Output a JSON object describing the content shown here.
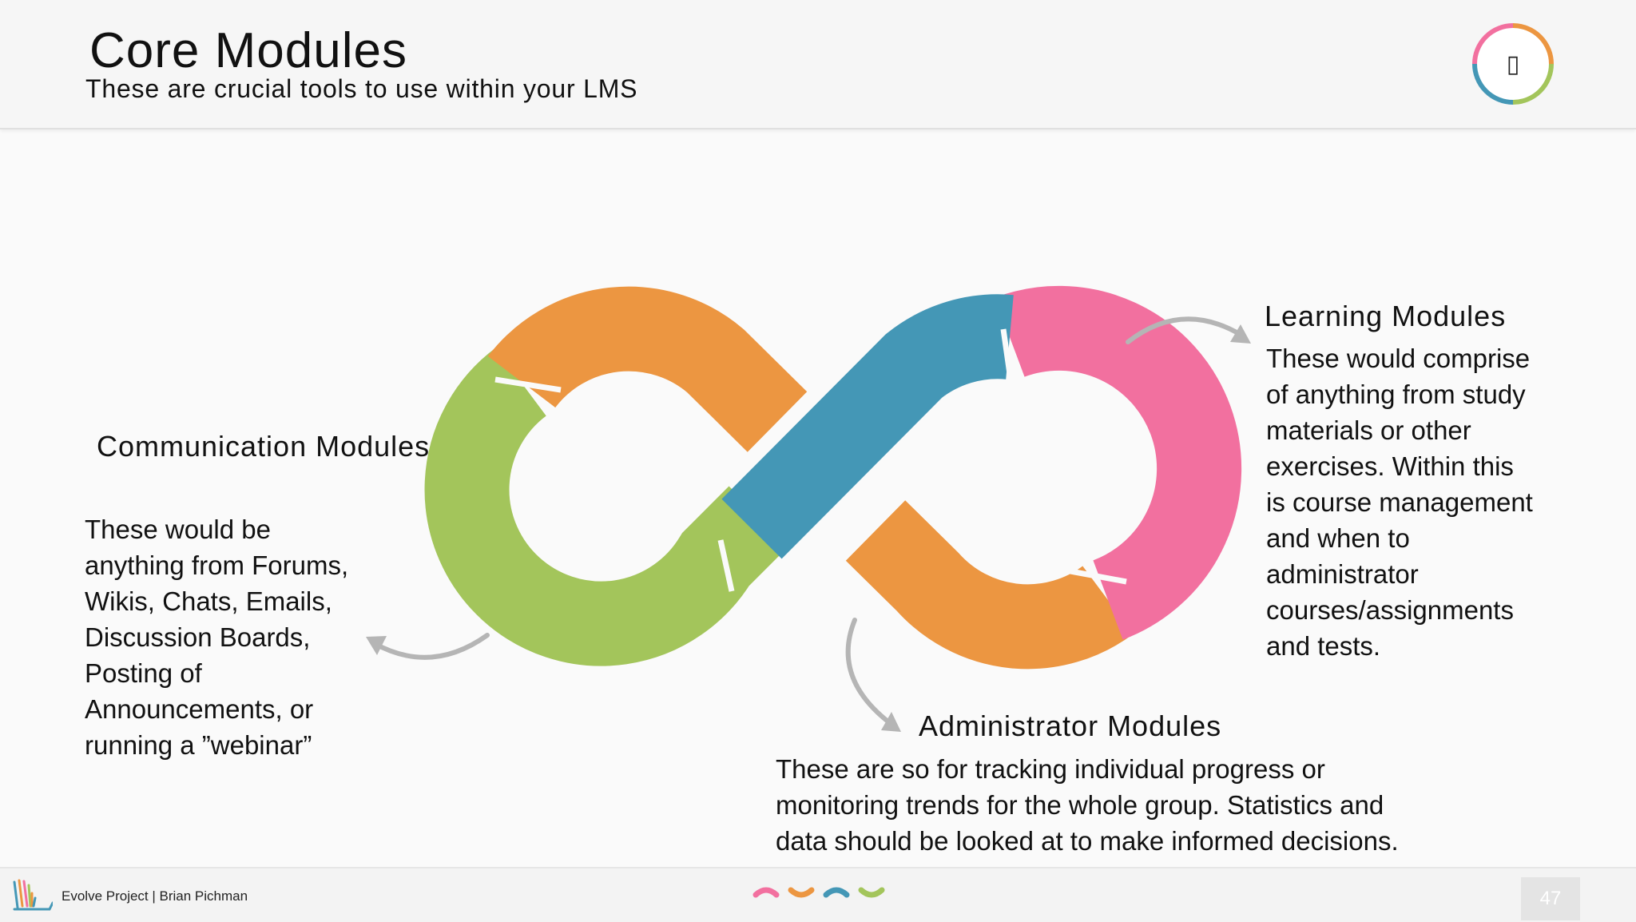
{
  "header": {
    "title": "Core Modules",
    "subtitle": "These are crucial tools to use within your LMS",
    "badge_glyph": "▯"
  },
  "sections": {
    "communication": {
      "title": "Communication Modules",
      "body": "These would be\nanything from Forums,\nWikis, Chats, Emails,\nDiscussion Boards,\nPosting of\nAnnouncements, or\nrunning a ”webinar”"
    },
    "learning": {
      "title": "Learning Modules",
      "body": "These would comprise\nof anything from study\nmaterials or other\nexercises.  Within this\nis course management\nand when to\nadministrator\ncourses/assignments\nand tests."
    },
    "administrator": {
      "title": "Administrator Modules",
      "body": "These are so for tracking individual progress or\nmonitoring trends for the whole group.  Statistics and\ndata should be looked at to make informed decisions."
    }
  },
  "footer": {
    "credit": "Evolve Project | Brian Pichman",
    "page_number": "47"
  },
  "colors": {
    "green": "#a3c55b",
    "orange": "#ec9641",
    "blue": "#4497b6",
    "pink": "#f2709f",
    "arrow_gray": "#b5b5b5"
  }
}
